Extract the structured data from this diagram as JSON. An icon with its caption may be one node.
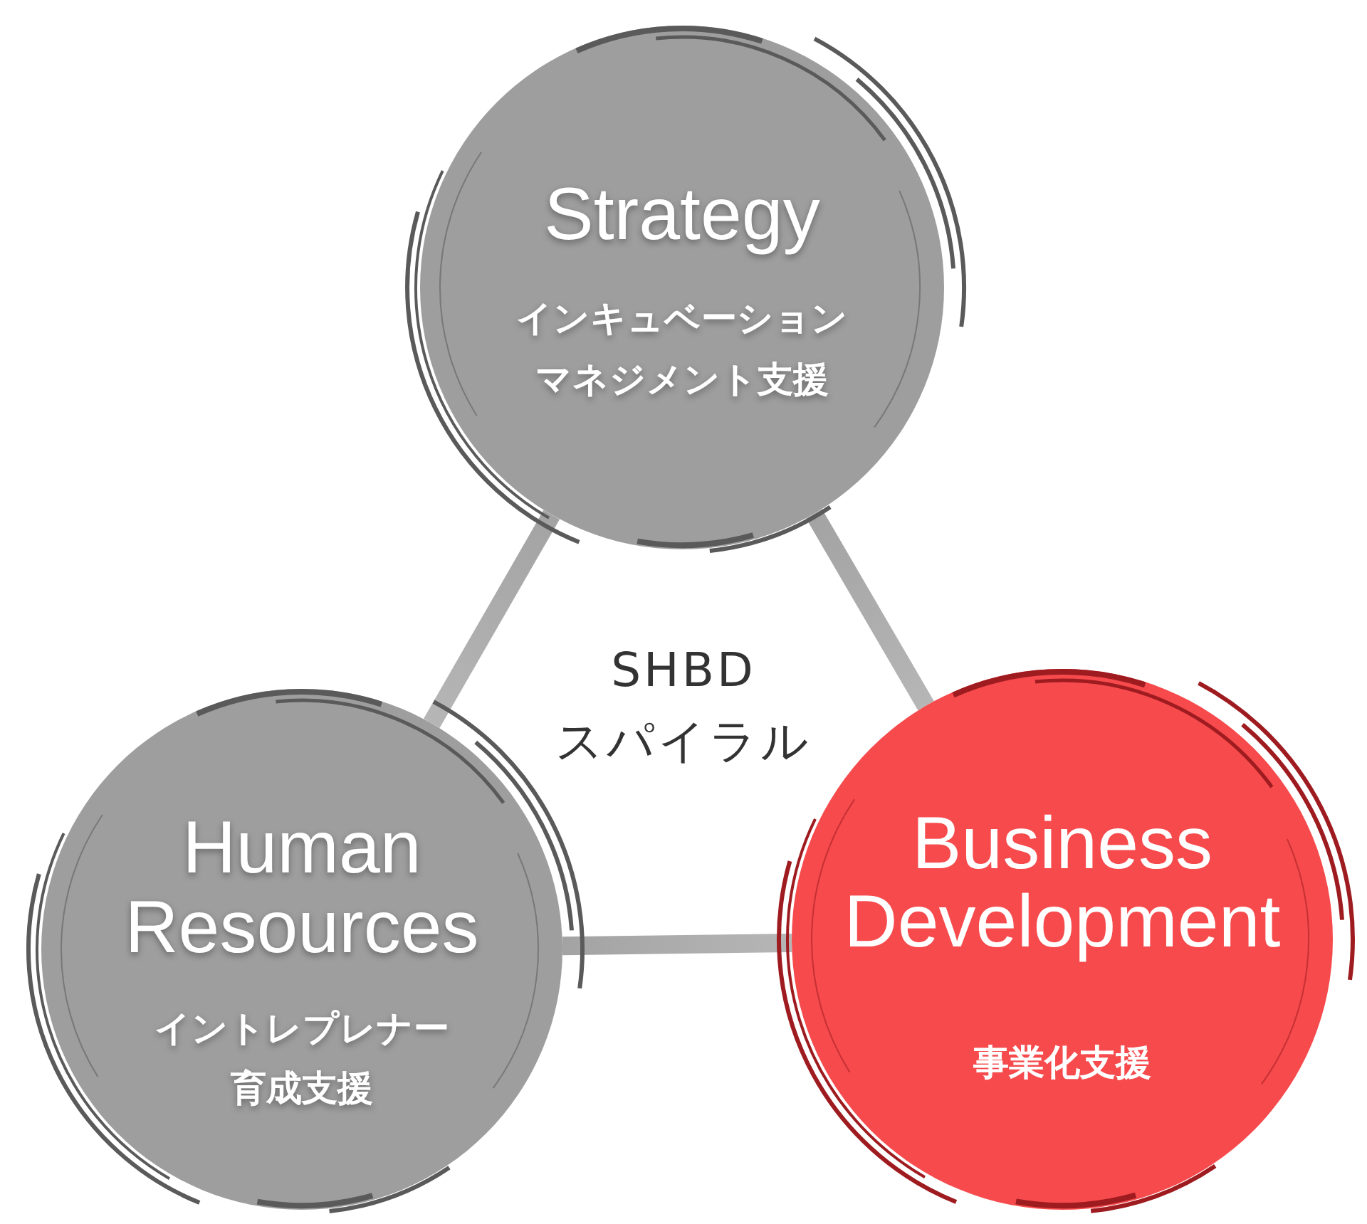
{
  "diagram": {
    "nodes": [
      {
        "text": [
          "Strategy",
          "インキュベーションマネジメント支援"
        ]
      },
      {
        "text": [
          "Human Resources",
          "イントレプレナー育成支援"
        ]
      },
      {
        "text": [
          "Business Development",
          "事業化支援"
        ]
      }
    ],
    "edges": [
      {
        "from": 0,
        "to": 1,
        "arrow": "none"
      },
      {
        "from": 0,
        "to": 2,
        "arrow": "none"
      },
      {
        "from": 1,
        "to": 2,
        "arrow": "none"
      }
    ],
    "labels": [
      "SHBD スパイラル"
    ]
  }
}
